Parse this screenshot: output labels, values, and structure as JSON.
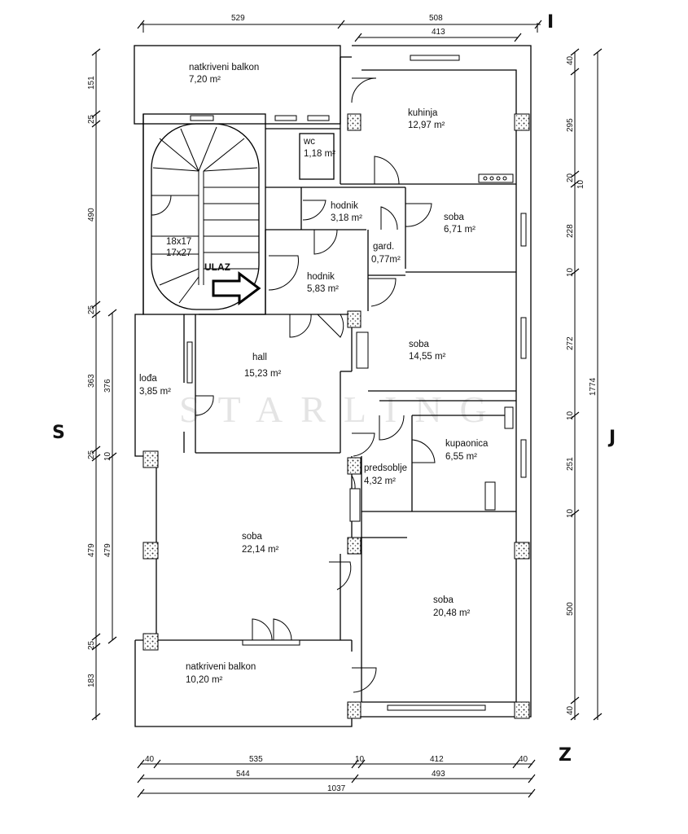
{
  "compass": {
    "north": "I",
    "south": "Z",
    "west": "S",
    "east": "J"
  },
  "entrance_label": "ULAZ",
  "stair_labels": [
    "18x17",
    "17x27"
  ],
  "watermark": "STARLING",
  "rooms": [
    {
      "name": "natkriveni balkon",
      "area": "7,20 m²"
    },
    {
      "name": "kuhinja",
      "area": "12,97 m²"
    },
    {
      "name": "wc",
      "area": "1,18 m²"
    },
    {
      "name": "hodnik",
      "area": "3,18 m²"
    },
    {
      "name": "soba",
      "area": "6,71 m²"
    },
    {
      "name": "gard.",
      "area": "0,77m²"
    },
    {
      "name": "hodnik",
      "area": "5,83 m²"
    },
    {
      "name": "soba",
      "area": "14,55 m²"
    },
    {
      "name": "hall",
      "area": "15,23 m²"
    },
    {
      "name": "lođa",
      "area": "3,85 m²"
    },
    {
      "name": "kupaonica",
      "area": "6,55 m²"
    },
    {
      "name": "predsoblje",
      "area": "4,32 m²"
    },
    {
      "name": "soba",
      "area": "22,14 m²"
    },
    {
      "name": "soba",
      "area": "20,48 m²"
    },
    {
      "name": "natkriveni balkon",
      "area": "10,20 m²"
    }
  ],
  "dimensions": {
    "top_row1": [
      "529",
      "508"
    ],
    "top_row2": [
      "413"
    ],
    "left_outer": [
      "151",
      "25",
      "490",
      "25",
      "363",
      "25",
      "10",
      "479",
      "25",
      "183"
    ],
    "left_inner": [
      "376",
      "479"
    ],
    "right_inner": [
      "40",
      "295",
      "20",
      "10",
      "228",
      "10",
      "272",
      "10",
      "251",
      "10",
      "500",
      "40"
    ],
    "right_outer": [
      "1774"
    ],
    "bottom_row1": [
      "40",
      "535",
      "10",
      "412",
      "40"
    ],
    "bottom_row2": [
      "544",
      "493"
    ],
    "bottom_row3": [
      "1037"
    ]
  }
}
